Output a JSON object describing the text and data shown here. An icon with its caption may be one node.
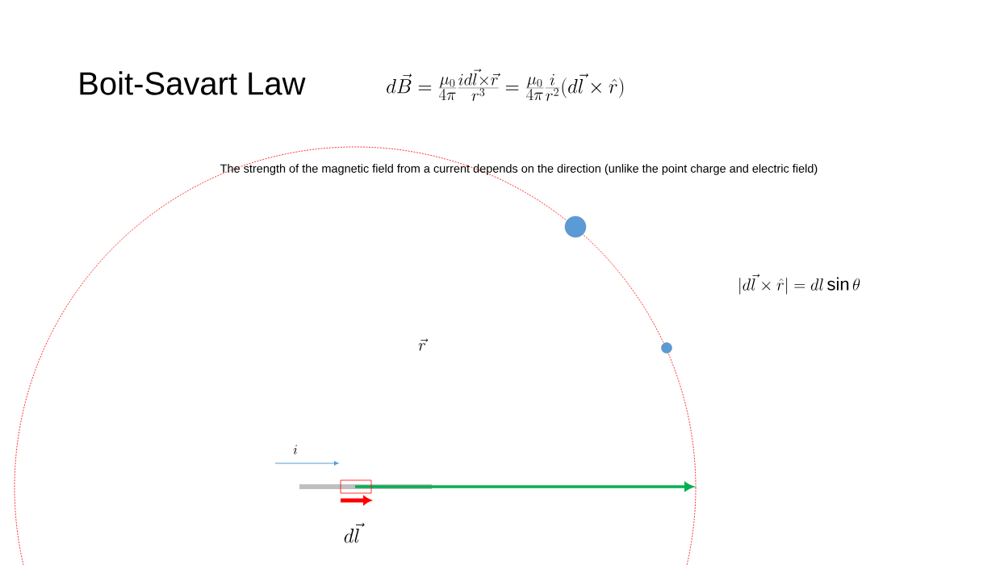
{
  "diagram": {
    "title": "Boit-Savart Law",
    "labels": [
      "d\\vec{B} = \\frac{\\mu_0}{4\\pi}\\frac{i d\\vec{l}\\times\\vec{r}}{r^3} = \\frac{\\mu_0}{4\\pi}\\frac{i}{r^2}(d\\vec{l}\\times\\hat{r})",
      "The strength of the magnetic field from a current depends on the direction (unlike the point charge and electric field)",
      "|d\\vec{l}\\times\\hat{r}| = dl\\sin\\theta",
      "\\vec{r}",
      "i",
      "d\\vec{l}"
    ]
  }
}
